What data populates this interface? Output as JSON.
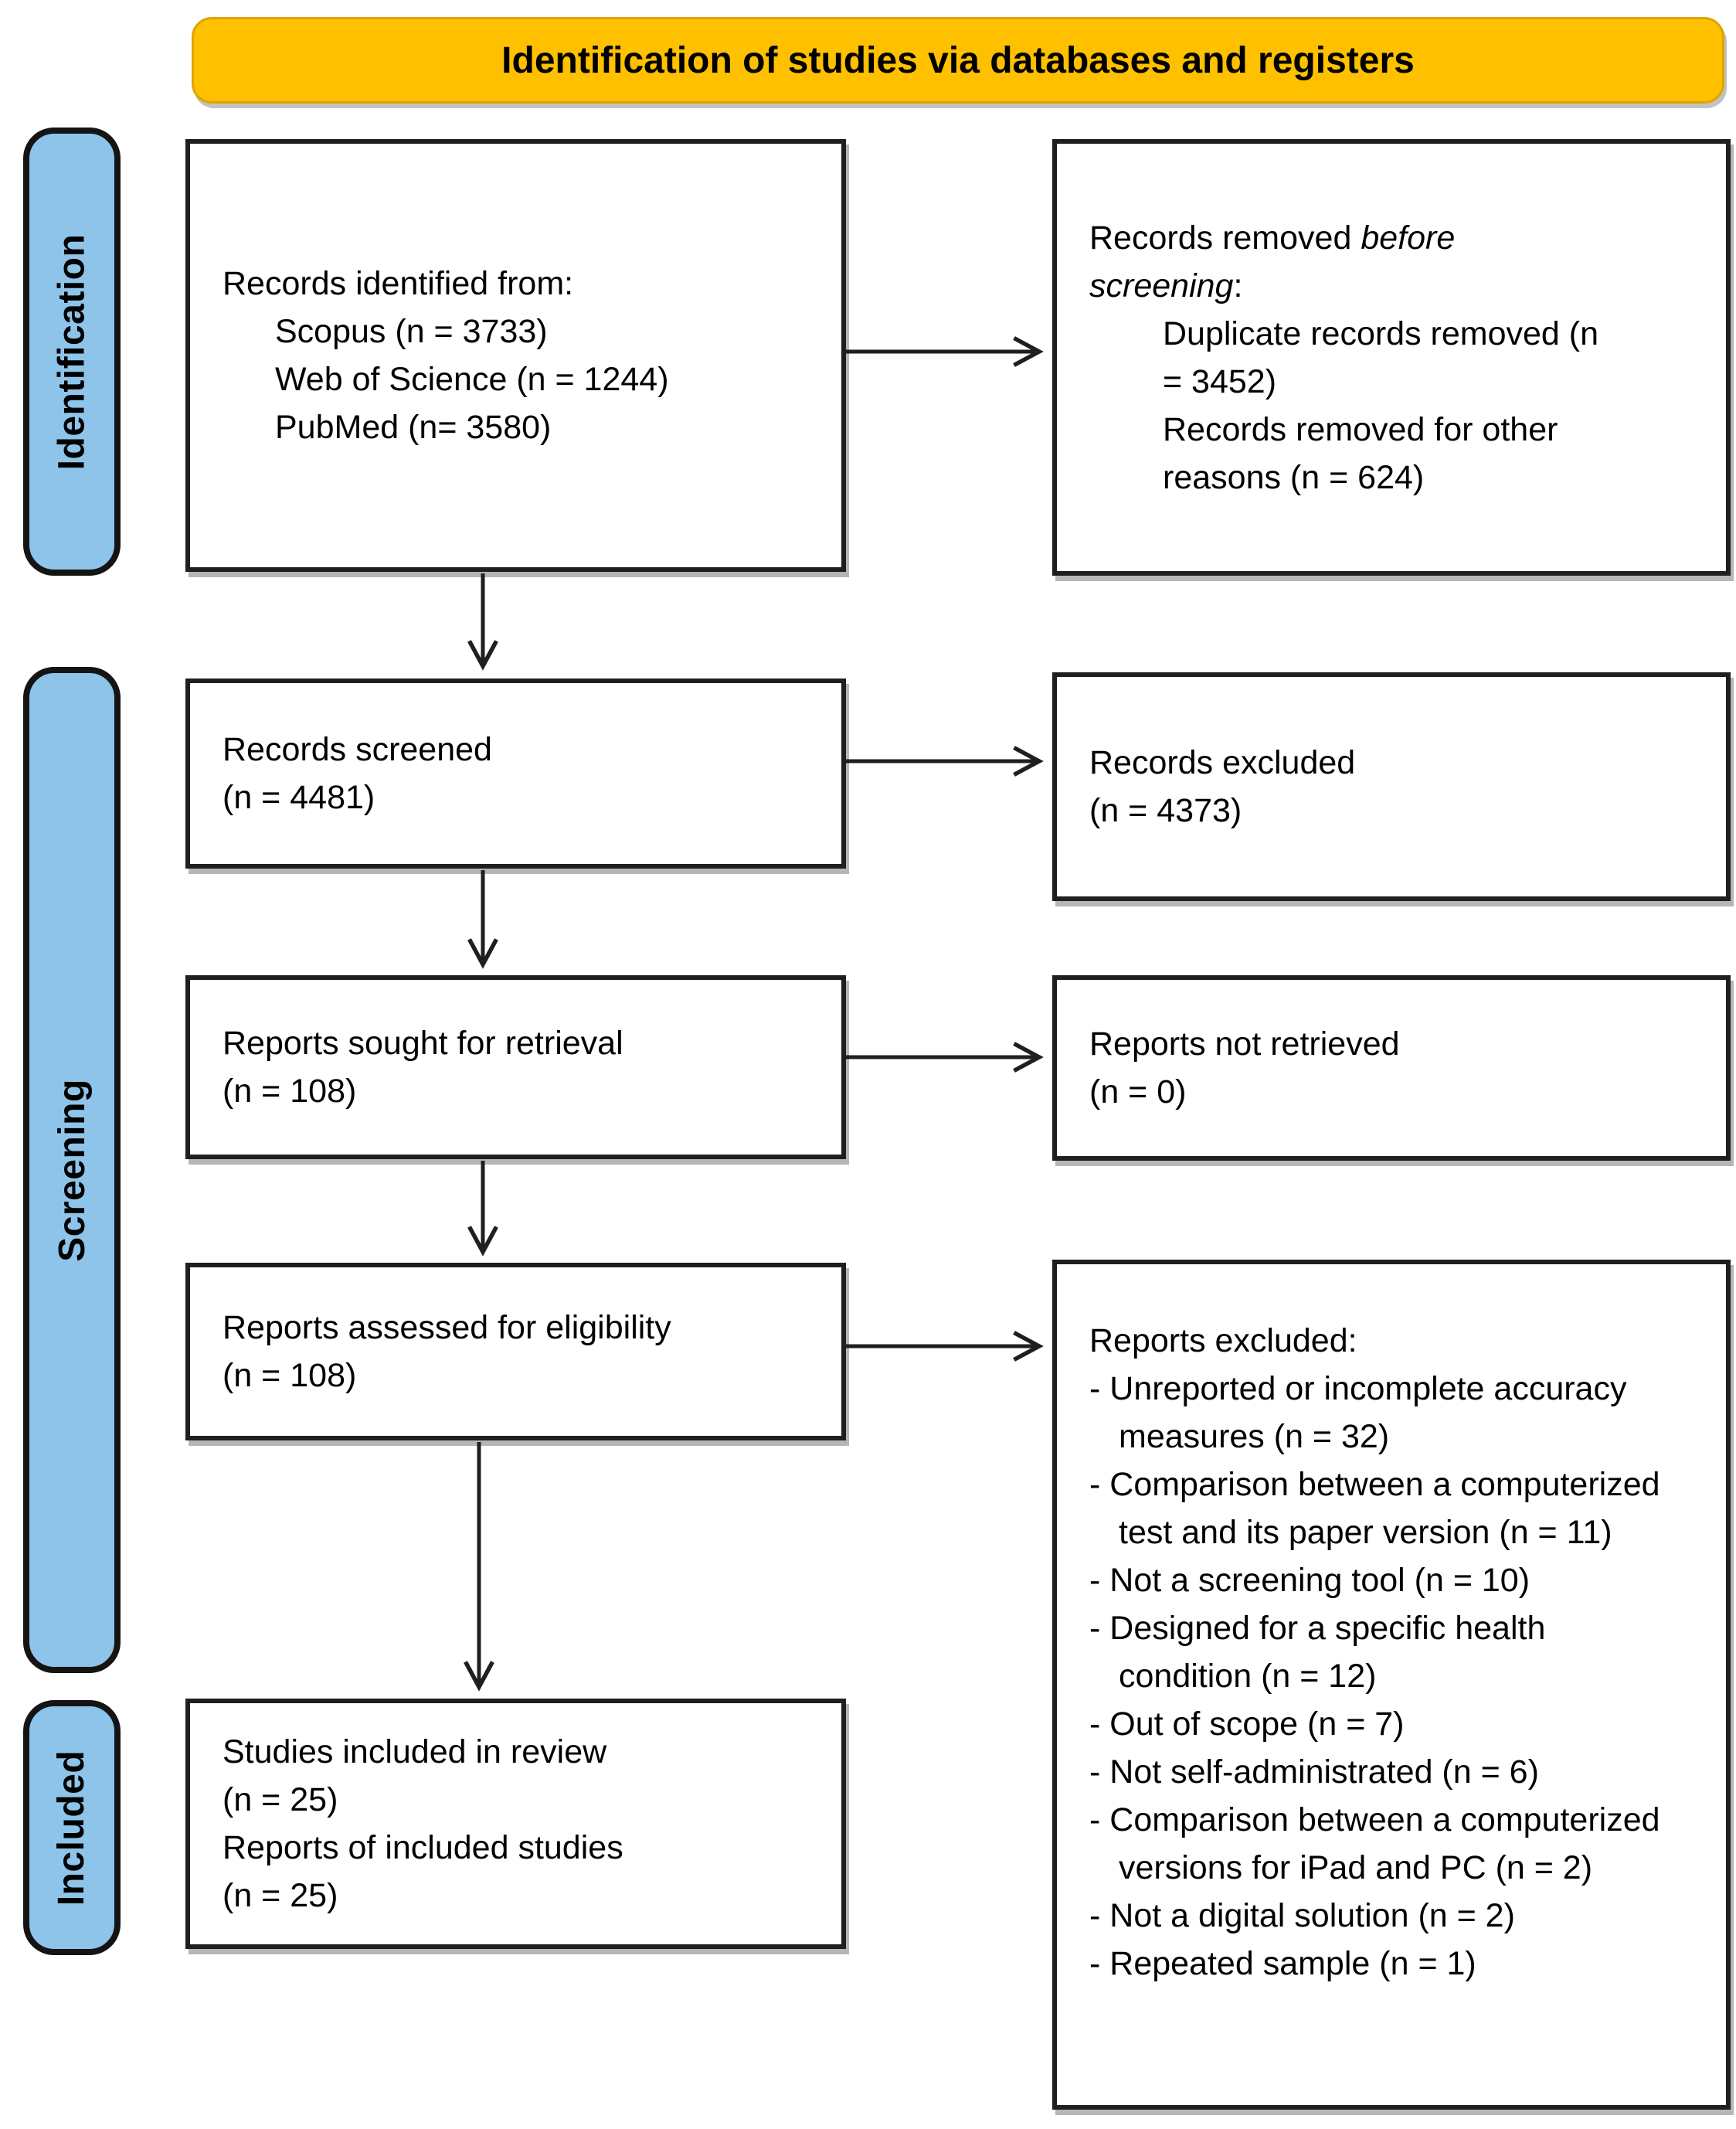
{
  "banner": {
    "title": "Identification of studies via databases and registers"
  },
  "colors": {
    "banner_bg": "#FFC000",
    "stage_bg": "#8EC4E9",
    "box_border": "#1F1F1F",
    "arrow": "#1F1F1F"
  },
  "stages": [
    {
      "label": "Identification"
    },
    {
      "label": "Screening"
    },
    {
      "label": "Included"
    }
  ],
  "boxes": {
    "identified": {
      "title": "Records identified from:",
      "items": [
        "Scopus (n = 3733)",
        "Web of Science (n = 1244)",
        "PubMed (n= 3580)"
      ]
    },
    "removed": {
      "title_prefix": "Records removed ",
      "title_italic": "before screening",
      "title_suffix": ":",
      "items": [
        "Duplicate records removed (n = 3452)",
        "Records removed for other reasons (n = 624)"
      ]
    },
    "screened": {
      "line1": "Records screened",
      "line2": "(n = 4481)"
    },
    "excluded_records": {
      "line1": "Records excluded",
      "line2": "(n = 4373)"
    },
    "sought": {
      "line1": "Reports sought for retrieval",
      "line2": "(n = 108)"
    },
    "not_retrieved": {
      "line1": "Reports not retrieved",
      "line2": "(n = 0)"
    },
    "assessed": {
      "line1": "Reports assessed for eligibility",
      "line2": "(n = 108)"
    },
    "reports_excluded": {
      "title": "Reports excluded:",
      "items": [
        "- Unreported or incomplete accuracy measures (n = 32)",
        "- Comparison between a computerized test and its paper version (n = 11)",
        "- Not a screening tool (n = 10)",
        "- Designed for a specific health condition (n = 12)",
        "- Out of scope (n = 7)",
        "- Not self-administrated (n = 6)",
        "- Comparison between a computerized versions for iPad and PC (n = 2)",
        "- Not a digital solution (n = 2)",
        "- Repeated sample (n = 1)"
      ]
    },
    "included": {
      "lines": [
        "Studies included in review",
        "(n = 25)",
        "Reports of included studies",
        "(n = 25)"
      ]
    }
  }
}
